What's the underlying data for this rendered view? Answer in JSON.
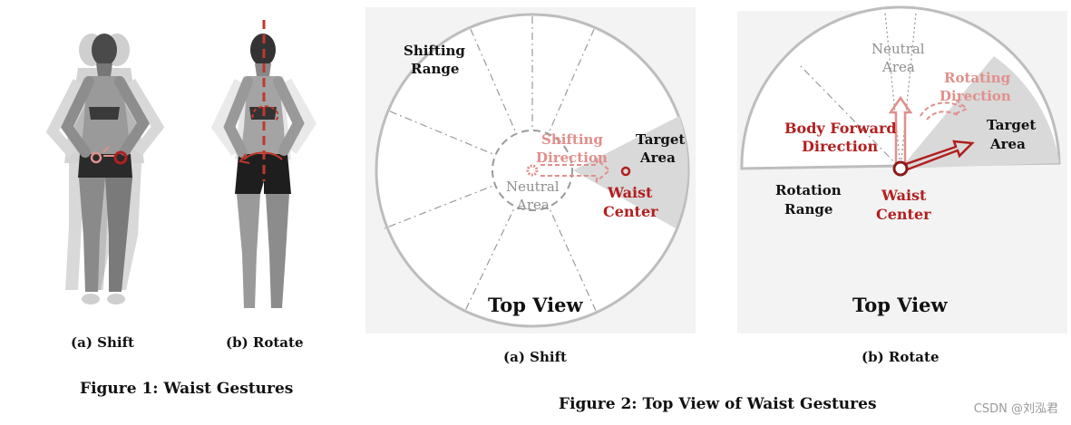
{
  "figure1": {
    "sub_a": "(a) Shift",
    "sub_b": "(b) Rotate",
    "caption": "Figure 1: Waist Gestures"
  },
  "figure2": {
    "panel_a": {
      "shifting_range_1": "Shifting",
      "shifting_range_2": "Range",
      "shifting_dir_1": "Shifting",
      "shifting_dir_2": "Direction",
      "neutral_1": "Neutral",
      "neutral_2": "Area",
      "target_1": "Target",
      "target_2": "Area",
      "waist_1": "Waist",
      "waist_2": "Center",
      "top_view": "Top View",
      "sub": "(a) Shift"
    },
    "panel_b": {
      "neutral_1": "Neutral",
      "neutral_2": "Area",
      "rotating_1": "Rotating",
      "rotating_2": "Direction",
      "body_1": "Body Forward",
      "body_2": "Direction",
      "target_1": "Target",
      "target_2": "Area",
      "rotation_1": "Rotation",
      "rotation_2": "Range",
      "waist_1": "Waist",
      "waist_2": "Center",
      "top_view": "Top View",
      "sub": "(b) Rotate"
    },
    "caption": "Figure 2: Top View of Waist Gestures"
  },
  "colors": {
    "accent_dark_red": "#b21f1f",
    "accent_light_red": "#e0908c",
    "ring_gray": "#bdbdbd",
    "target_fill": "#d9d9d9"
  },
  "watermark": "CSDN @刘泓君"
}
